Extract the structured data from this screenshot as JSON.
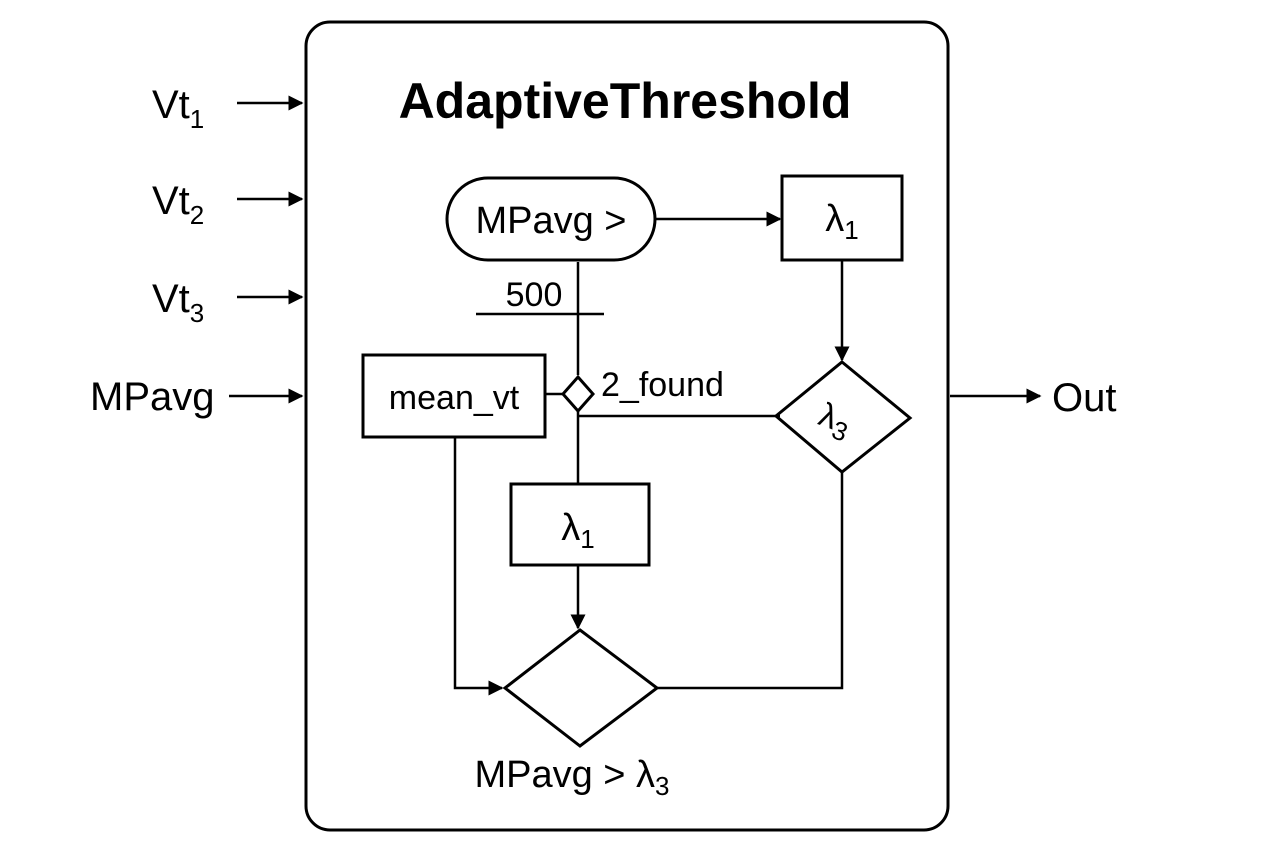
{
  "diagram": {
    "title": "AdaptiveThreshold",
    "inputs": [
      {
        "base": "Vt",
        "sub": "1"
      },
      {
        "base": "Vt",
        "sub": "2"
      },
      {
        "base": "Vt",
        "sub": "3"
      },
      {
        "base": "MPavg",
        "sub": ""
      }
    ],
    "output": "Out",
    "nodes": {
      "mpavg_condition": "MPavg >",
      "threshold_value": "500",
      "lambda1_top": {
        "base": "λ",
        "sub": "1"
      },
      "lambda3_decision": {
        "base": "λ",
        "sub": "3"
      },
      "mean_vt": "mean_vt",
      "found_label": "2_found",
      "lambda1_mid": {
        "base": "λ",
        "sub": "1"
      },
      "final_condition": {
        "text": "MPavg > ",
        "base": "λ",
        "sub": "3"
      }
    }
  }
}
